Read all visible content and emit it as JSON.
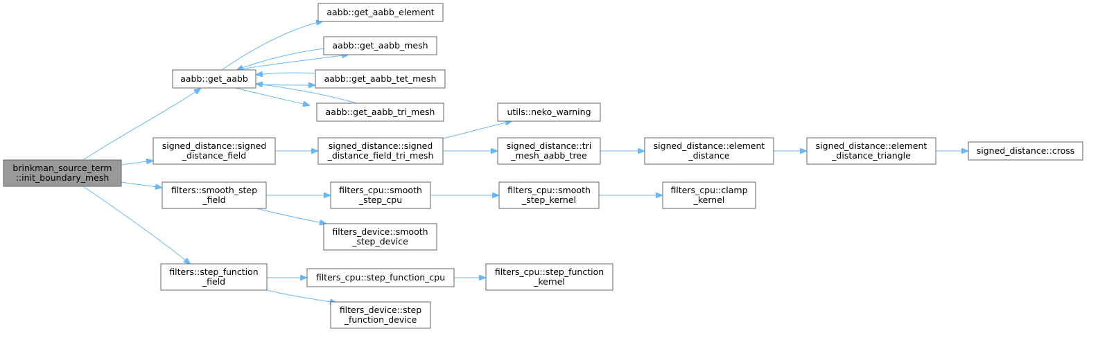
{
  "nodes": [
    {
      "id": "root",
      "lines": [
        "brinkman_source_term",
        "::init_boundary_mesh"
      ],
      "root": true
    },
    {
      "id": "get_aabb",
      "lines": [
        "aabb::get_aabb"
      ]
    },
    {
      "id": "get_aabb_element",
      "lines": [
        "aabb::get_aabb_element"
      ]
    },
    {
      "id": "get_aabb_mesh",
      "lines": [
        "aabb::get_aabb_mesh"
      ]
    },
    {
      "id": "get_aabb_tet_mesh",
      "lines": [
        "aabb::get_aabb_tet_mesh"
      ]
    },
    {
      "id": "get_aabb_tri_mesh",
      "lines": [
        "aabb::get_aabb_tri_mesh"
      ]
    },
    {
      "id": "sd_field",
      "lines": [
        "signed_distance::signed",
        "_distance_field"
      ]
    },
    {
      "id": "sd_field_tri",
      "lines": [
        "signed_distance::signed",
        "_distance_field_tri_mesh"
      ]
    },
    {
      "id": "neko_warning",
      "lines": [
        "utils::neko_warning"
      ]
    },
    {
      "id": "tri_mesh_aabb_tree",
      "lines": [
        "signed_distance::tri",
        "_mesh_aabb_tree"
      ]
    },
    {
      "id": "element_distance",
      "lines": [
        "signed_distance::element",
        "_distance"
      ]
    },
    {
      "id": "element_distance_triangle",
      "lines": [
        "signed_distance::element",
        "_distance_triangle"
      ]
    },
    {
      "id": "sd_cross",
      "lines": [
        "signed_distance::cross"
      ]
    },
    {
      "id": "smooth_step_field",
      "lines": [
        "filters::smooth_step",
        "_field"
      ]
    },
    {
      "id": "smooth_step_cpu",
      "lines": [
        "filters_cpu::smooth",
        "_step_cpu"
      ]
    },
    {
      "id": "smooth_step_kernel",
      "lines": [
        "filters_cpu::smooth",
        "_step_kernel"
      ]
    },
    {
      "id": "clamp_kernel",
      "lines": [
        "filters_cpu::clamp",
        "_kernel"
      ]
    },
    {
      "id": "smooth_step_device",
      "lines": [
        "filters_device::smooth",
        "_step_device"
      ]
    },
    {
      "id": "step_function_field",
      "lines": [
        "filters::step_function",
        "_field"
      ]
    },
    {
      "id": "step_function_cpu",
      "lines": [
        "filters_cpu::step_function_cpu"
      ]
    },
    {
      "id": "step_function_kernel",
      "lines": [
        "filters_cpu::step_function",
        "_kernel"
      ]
    },
    {
      "id": "step_function_device",
      "lines": [
        "filters_device::step",
        "_function_device"
      ]
    }
  ],
  "edges": [
    {
      "from": "root",
      "to": "get_aabb"
    },
    {
      "from": "root",
      "to": "sd_field"
    },
    {
      "from": "root",
      "to": "smooth_step_field"
    },
    {
      "from": "root",
      "to": "step_function_field"
    },
    {
      "from": "get_aabb",
      "to": "get_aabb_element"
    },
    {
      "from": "get_aabb",
      "to": "get_aabb_mesh"
    },
    {
      "from": "get_aabb",
      "to": "get_aabb_tet_mesh"
    },
    {
      "from": "get_aabb",
      "to": "get_aabb_tri_mesh"
    },
    {
      "from": "get_aabb_mesh",
      "to": "get_aabb"
    },
    {
      "from": "get_aabb_tet_mesh",
      "to": "get_aabb"
    },
    {
      "from": "get_aabb_tri_mesh",
      "to": "get_aabb"
    },
    {
      "from": "sd_field",
      "to": "sd_field_tri"
    },
    {
      "from": "sd_field_tri",
      "to": "neko_warning"
    },
    {
      "from": "sd_field_tri",
      "to": "tri_mesh_aabb_tree"
    },
    {
      "from": "tri_mesh_aabb_tree",
      "to": "element_distance"
    },
    {
      "from": "element_distance",
      "to": "element_distance_triangle"
    },
    {
      "from": "element_distance_triangle",
      "to": "sd_cross"
    },
    {
      "from": "smooth_step_field",
      "to": "smooth_step_cpu"
    },
    {
      "from": "smooth_step_field",
      "to": "smooth_step_device"
    },
    {
      "from": "smooth_step_cpu",
      "to": "smooth_step_kernel"
    },
    {
      "from": "smooth_step_kernel",
      "to": "clamp_kernel"
    },
    {
      "from": "step_function_field",
      "to": "step_function_cpu"
    },
    {
      "from": "step_function_field",
      "to": "step_function_device"
    },
    {
      "from": "step_function_cpu",
      "to": "step_function_kernel"
    }
  ],
  "colors": {
    "edge": "#63b8ff",
    "node_border": "#666666",
    "root_fill": "#999999",
    "node_fill": "#ffffff"
  }
}
